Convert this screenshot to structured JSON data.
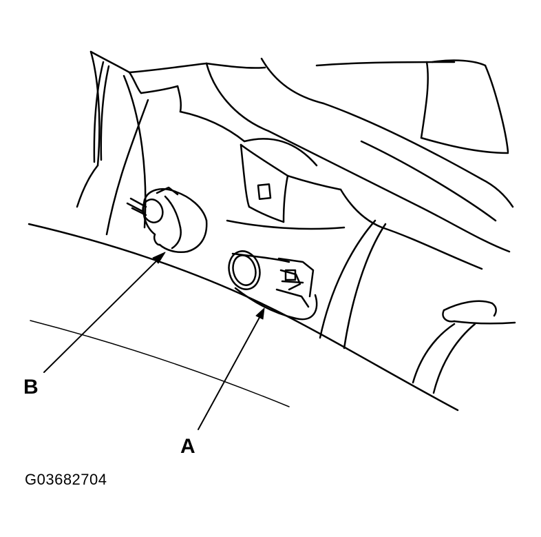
{
  "figure": {
    "code": "G03682704",
    "callouts": [
      {
        "letter": "B"
      },
      {
        "letter": "A"
      }
    ]
  },
  "colors": {
    "line": "#000000",
    "background": "#ffffff"
  }
}
